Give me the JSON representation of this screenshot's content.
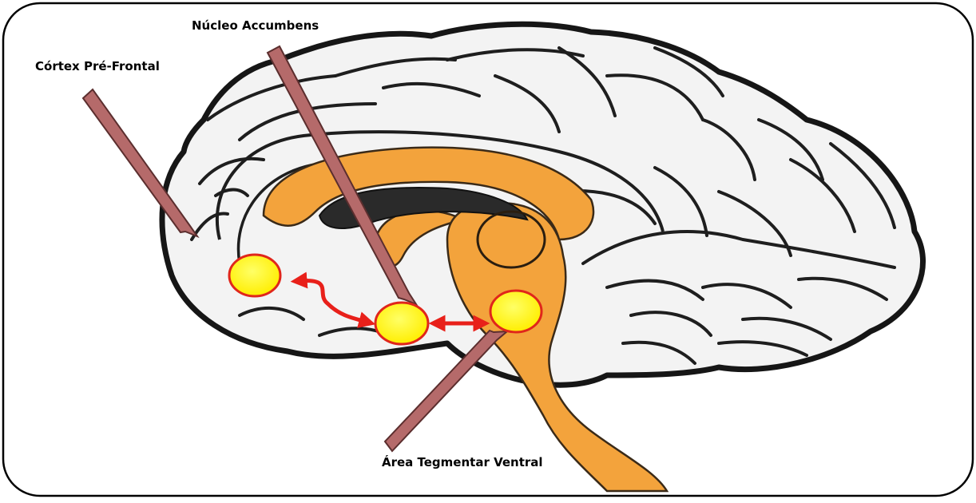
{
  "labels": {
    "prefrontal_cortex": "Córtex Pré-Frontal",
    "nucleus_accumbens": "Núcleo Accumbens",
    "ventral_tegmental_area": "Área Tegmentar Ventral"
  },
  "colors": {
    "border": "#000000",
    "brain_fill": "#f4f4f4",
    "brain_outline": "#1b1b1b",
    "pathway_orange": "#f3a33c",
    "pointer_arrow_fill": "#b56a6a",
    "pointer_arrow_stroke": "#5b2e2e",
    "node_fill": "#ffff00",
    "node_outline": "#e0261b",
    "connection_red": "#e8201a"
  },
  "nodes": [
    "prefrontal_cortex",
    "nucleus_accumbens",
    "ventral_tegmental_area"
  ],
  "connections": [
    {
      "from": "prefrontal_cortex",
      "to": "nucleus_accumbens",
      "bidirectional": true
    },
    {
      "from": "nucleus_accumbens",
      "to": "ventral_tegmental_area",
      "bidirectional": true
    }
  ]
}
